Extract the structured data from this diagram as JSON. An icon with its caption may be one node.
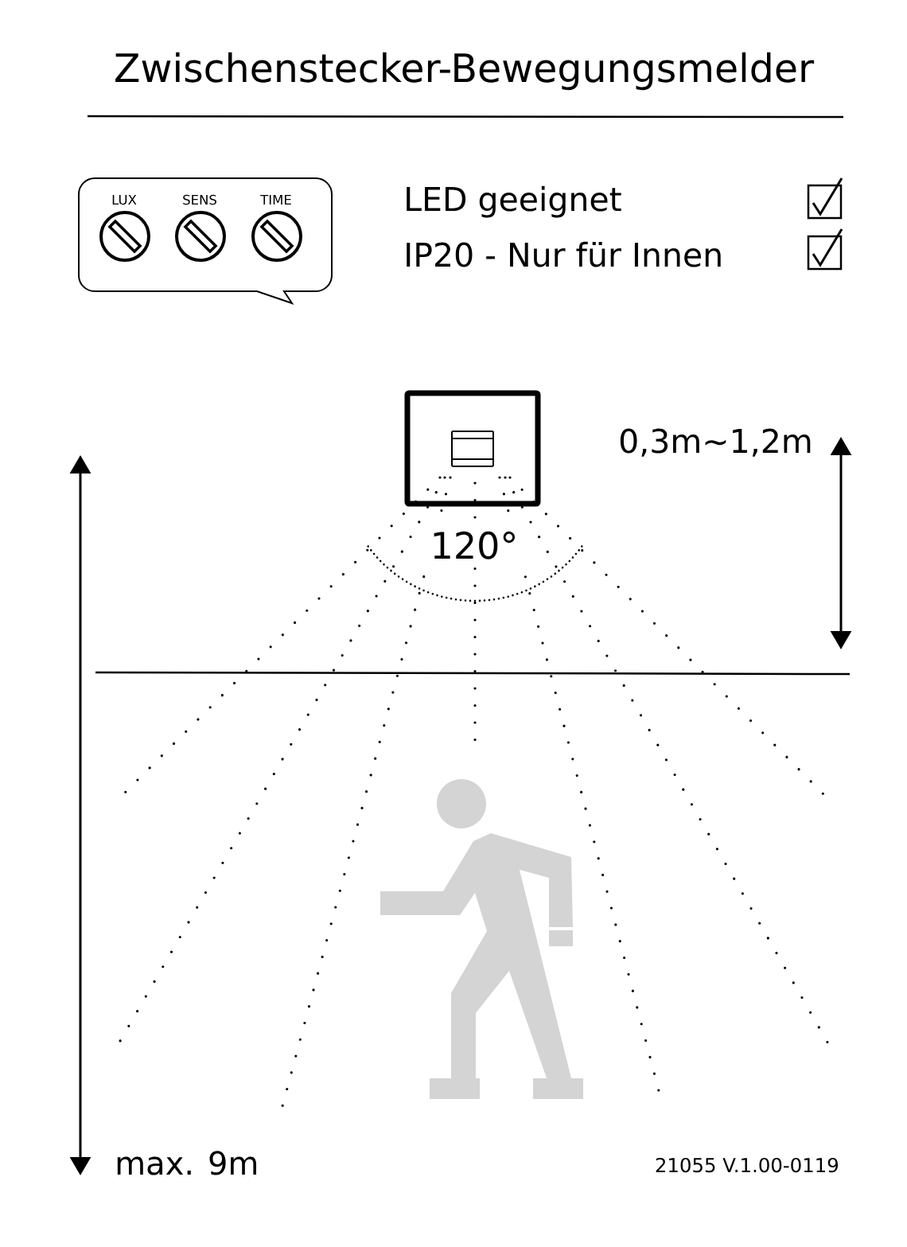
{
  "diagram": {
    "title": "Zwischenstecker-Bewegungsmelder",
    "nodes": [
      {
        "text": [
          "LUX",
          "SENS",
          "TIME"
        ]
      }
    ],
    "labels": [
      "LED geeignet",
      "IP20 - Nur für Innen",
      "0,3m~1,2m",
      "120°",
      "max. 9m",
      "21055 V.1.00-0119"
    ]
  }
}
